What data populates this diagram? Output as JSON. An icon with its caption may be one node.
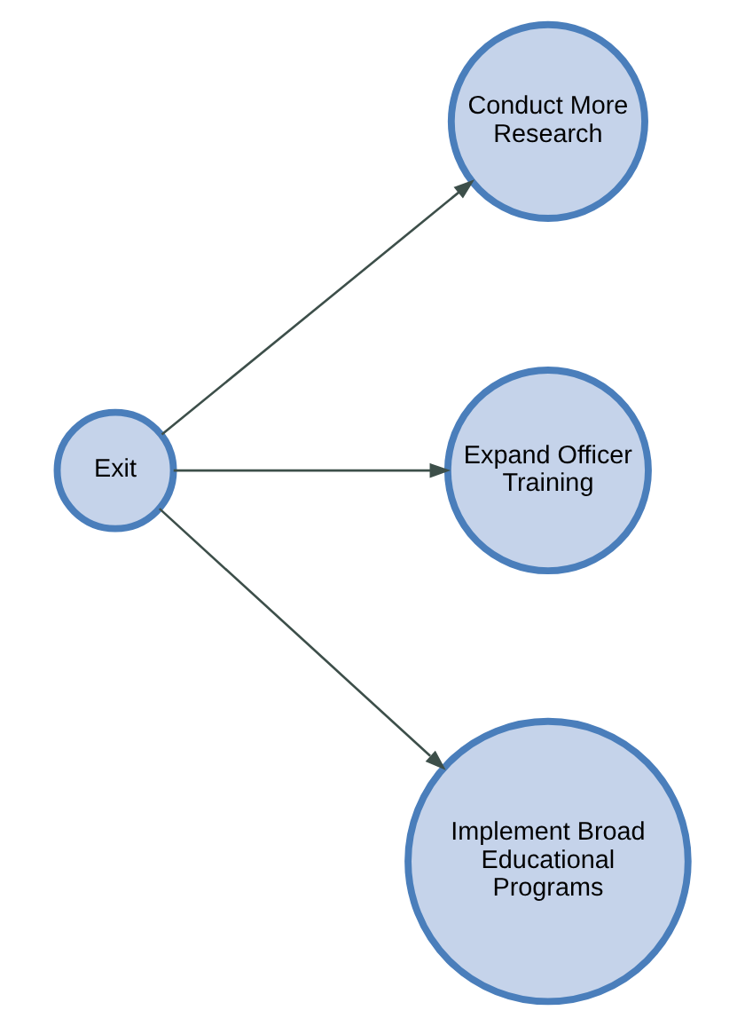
{
  "diagram": {
    "nodes": [
      {
        "text": [
          "Exit"
        ]
      },
      {
        "text": [
          "Conduct More Research"
        ]
      },
      {
        "text": [
          "Expand Officer Training"
        ]
      },
      {
        "text": [
          "Implement Broad Educational Programs"
        ]
      }
    ],
    "edges": [
      {
        "from": 0,
        "to": 1,
        "arrow": "to"
      },
      {
        "from": 0,
        "to": 2,
        "arrow": "to"
      },
      {
        "from": 0,
        "to": 3,
        "arrow": "to"
      }
    ]
  }
}
